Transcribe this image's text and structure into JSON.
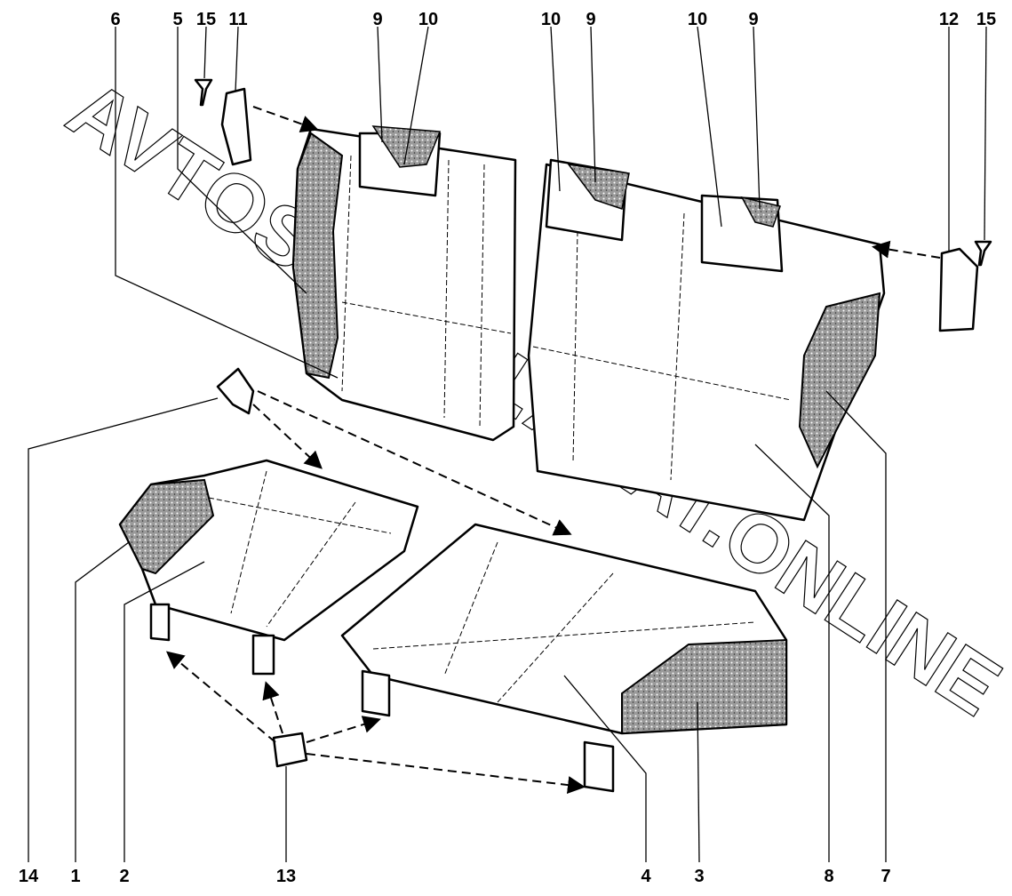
{
  "diagram": {
    "title": "Rear seat exploded view",
    "watermark": "AVTOSKAZKI.ACAT.ONLINE",
    "labels_top": [
      "6",
      "5",
      "15",
      "11",
      "9",
      "10",
      "10",
      "9",
      "10",
      "9",
      "12",
      "15"
    ],
    "labels_bottom": [
      "14",
      "1",
      "2",
      "13",
      "4",
      "3",
      "8",
      "7"
    ]
  }
}
